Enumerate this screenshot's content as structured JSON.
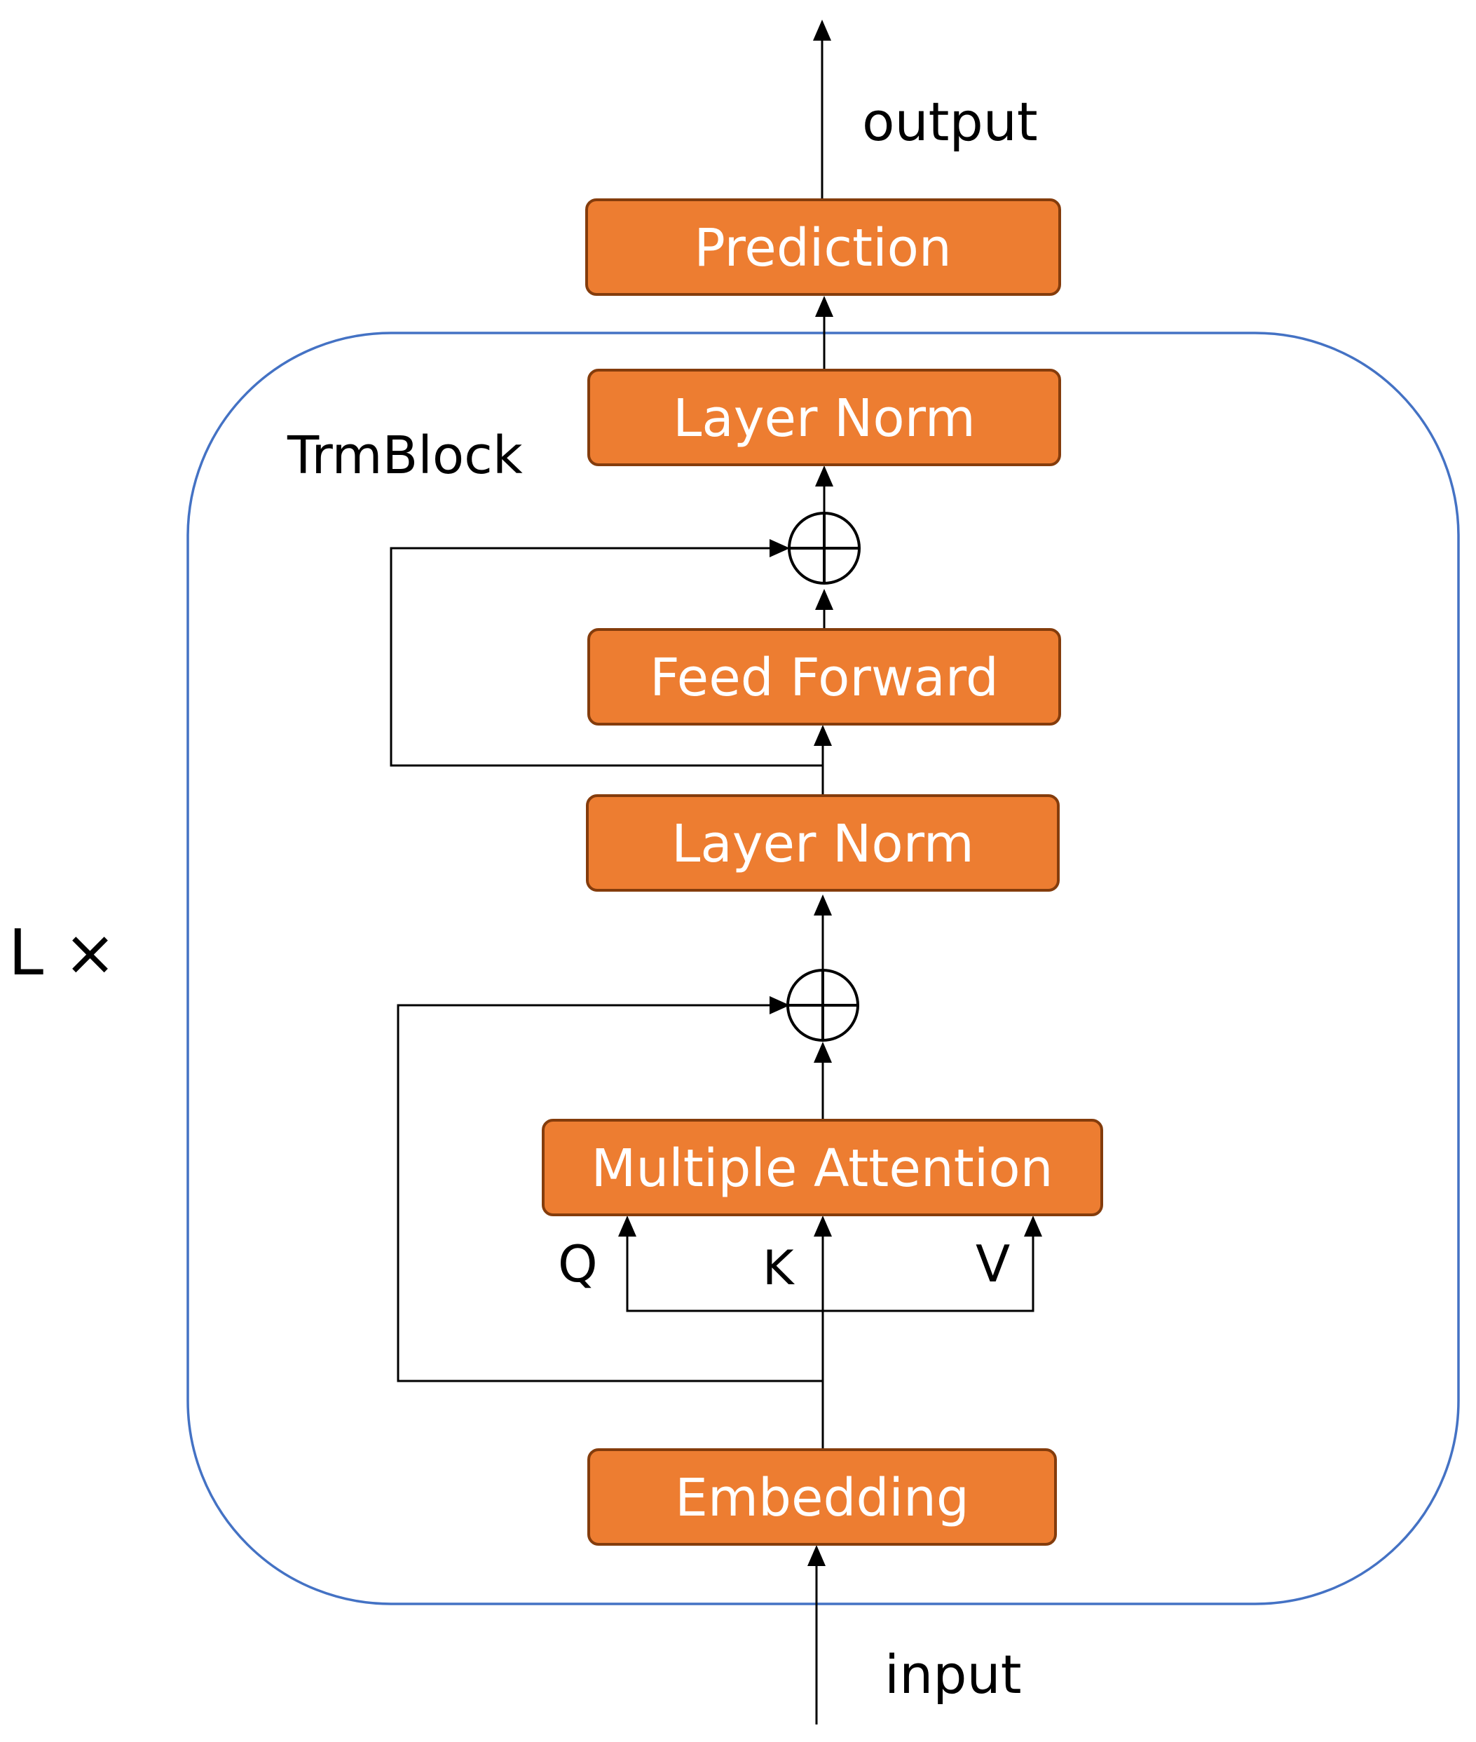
{
  "labels": {
    "output": "output",
    "input": "input",
    "block_name": "TrmBlock",
    "repeat": "L ×",
    "q": "Q",
    "k": "K",
    "v": "V"
  },
  "blocks": {
    "prediction": "Prediction",
    "layer_norm_top": "Layer Norm",
    "feed_forward": "Feed Forward",
    "layer_norm_bottom": "Layer Norm",
    "multiple_attention": "Multiple Attention",
    "embedding": "Embedding"
  },
  "colors": {
    "block_fill": "#ED7D31",
    "block_border": "#843C0C",
    "container_border": "#4472C4",
    "line": "#000000"
  }
}
